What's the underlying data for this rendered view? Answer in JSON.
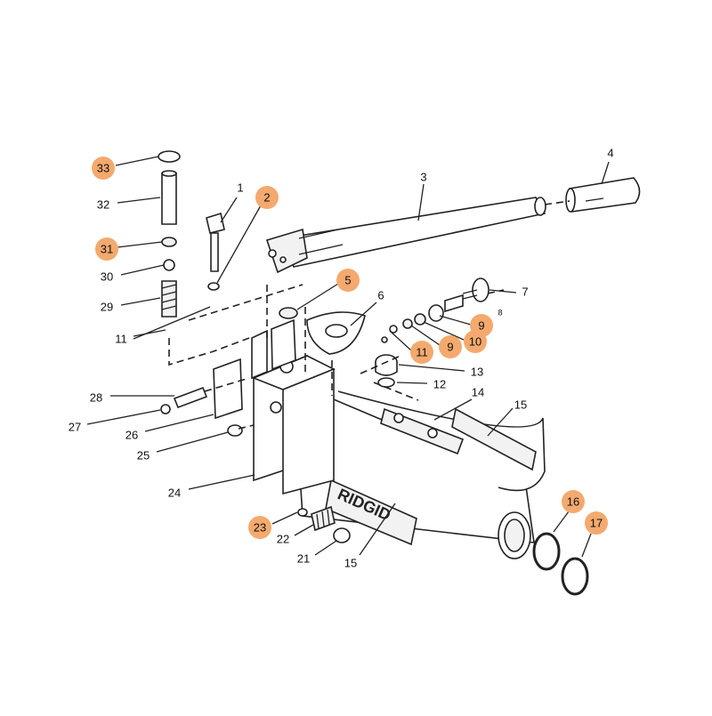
{
  "diagram": {
    "type": "exploded-parts-view",
    "brand": "RIDGID",
    "highlight_color": "#f4a96e",
    "line_color": "#222222",
    "callouts": [
      {
        "label": "1",
        "highlighted": false
      },
      {
        "label": "2",
        "highlighted": true
      },
      {
        "label": "3",
        "highlighted": false
      },
      {
        "label": "4",
        "highlighted": false
      },
      {
        "label": "5",
        "highlighted": true
      },
      {
        "label": "6",
        "highlighted": false
      },
      {
        "label": "7",
        "highlighted": false
      },
      {
        "label": "8",
        "highlighted": false
      },
      {
        "label": "9",
        "highlighted": true
      },
      {
        "label": "9",
        "highlighted": true
      },
      {
        "label": "10",
        "highlighted": true
      },
      {
        "label": "11",
        "highlighted": true
      },
      {
        "label": "11",
        "highlighted": false
      },
      {
        "label": "12",
        "highlighted": false
      },
      {
        "label": "13",
        "highlighted": false
      },
      {
        "label": "14",
        "highlighted": false
      },
      {
        "label": "15",
        "highlighted": false
      },
      {
        "label": "15",
        "highlighted": false
      },
      {
        "label": "16",
        "highlighted": true
      },
      {
        "label": "17",
        "highlighted": true
      },
      {
        "label": "21",
        "highlighted": false
      },
      {
        "label": "22",
        "highlighted": false
      },
      {
        "label": "23",
        "highlighted": true
      },
      {
        "label": "24",
        "highlighted": false
      },
      {
        "label": "25",
        "highlighted": false
      },
      {
        "label": "26",
        "highlighted": false
      },
      {
        "label": "27",
        "highlighted": false
      },
      {
        "label": "28",
        "highlighted": false
      },
      {
        "label": "29",
        "highlighted": false
      },
      {
        "label": "30",
        "highlighted": false
      },
      {
        "label": "31",
        "highlighted": true
      },
      {
        "label": "32",
        "highlighted": false
      },
      {
        "label": "33",
        "highlighted": true
      }
    ]
  }
}
